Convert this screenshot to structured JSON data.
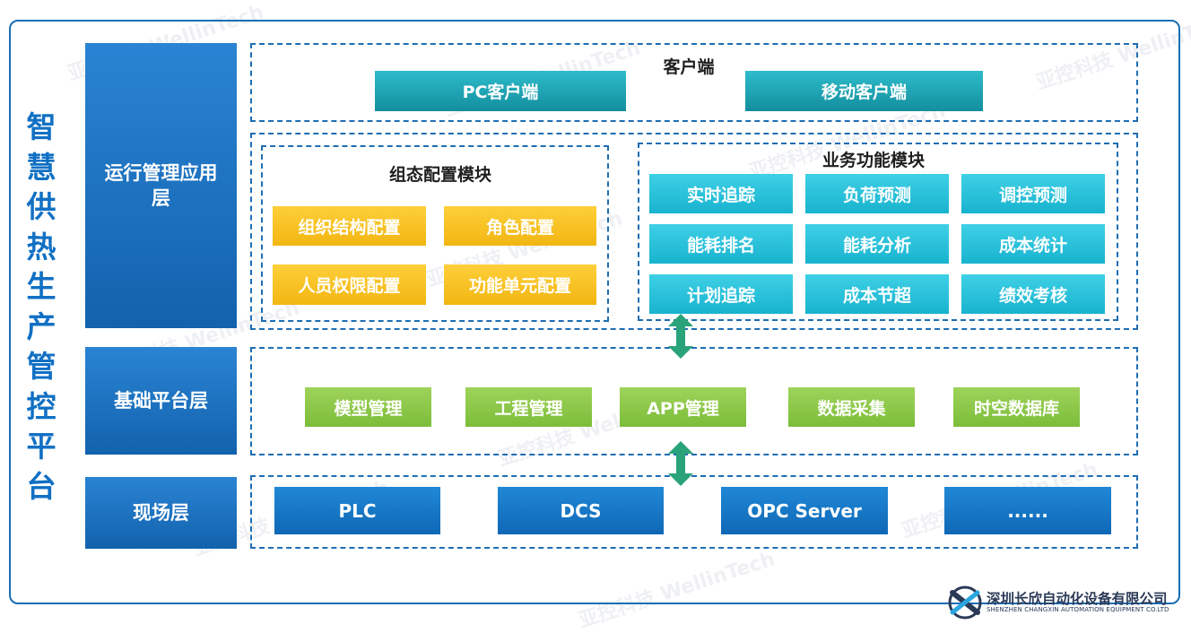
{
  "platform_title": "智慧供热生产管控平台",
  "layers": {
    "app": "运行管理应用层",
    "base": "基础平台层",
    "field": "现场层"
  },
  "client": {
    "title": "客户端",
    "items": [
      "PC客户端",
      "移动客户端"
    ]
  },
  "config_module": {
    "title": "组态配置模块",
    "items": [
      "组织结构配置",
      "角色配置",
      "人员权限配置",
      "功能单元配置"
    ]
  },
  "business_module": {
    "title": "业务功能模块",
    "items": [
      "实时追踪",
      "负荷预测",
      "调控预测",
      "能耗排名",
      "能耗分析",
      "成本统计",
      "计划追踪",
      "成本节超",
      "绩效考核"
    ]
  },
  "platform_items": [
    "模型管理",
    "工程管理",
    "APP管理",
    "数据采集",
    "时空数据库"
  ],
  "field_items": [
    "PLC",
    "DCS",
    "OPC Server",
    "......"
  ],
  "watermark": "亚控科技 WellinTech",
  "company": {
    "name": "深圳长欣自动化设备有限公司",
    "name_en": "SHENZHEN CHANGXIN AUTOMATION EQUIPMENT CO.LTD"
  },
  "colors": {
    "frame": "#1a6db5",
    "title": "#1170c4",
    "teal": "#1aa3b3",
    "cyan": "#22bcd6",
    "yellow": "#f7c21f",
    "green": "#8cc84b",
    "blue": "#1474c4",
    "arrow": "#2aa37a"
  }
}
